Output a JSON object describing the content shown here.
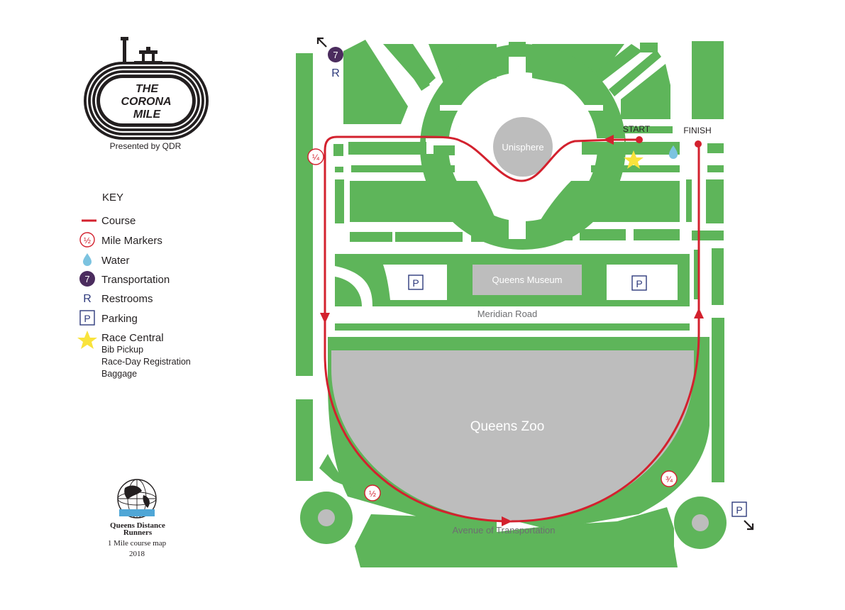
{
  "logo": {
    "line1": "THE",
    "line2": "CORONA",
    "line3": "MILE",
    "presented_by": "Presented by QDR"
  },
  "key": {
    "title": "KEY",
    "items": [
      {
        "icon": "course-line",
        "label": "Course"
      },
      {
        "icon": "mile-marker",
        "symbol": "½",
        "label": "Mile Markers"
      },
      {
        "icon": "water-drop",
        "label": "Water"
      },
      {
        "icon": "transportation-badge",
        "symbol": "7",
        "label": "Transportation"
      },
      {
        "icon": "restroom-letter",
        "symbol": "R",
        "label": "Restrooms"
      },
      {
        "icon": "parking-box",
        "symbol": "P",
        "label": "Parking"
      },
      {
        "icon": "star",
        "label": "Race Central",
        "details": [
          "Bib Pickup",
          "Race-Day Registration",
          "Baggage"
        ]
      }
    ]
  },
  "qdr": {
    "name_line1": "Queens Distance",
    "name_line2": "Runners",
    "caption": "1 Mile course map",
    "year": "2018"
  },
  "map": {
    "labels": {
      "unisphere": "Unisphere",
      "queens_museum": "Queens Museum",
      "meridian_road": "Meridian Road",
      "queens_zoo": "Queens Zoo",
      "avenue": "Avenue of Transportation",
      "start": "START",
      "finish": "FINISH"
    },
    "markers": [
      {
        "name": "quarter",
        "symbol": "¼"
      },
      {
        "name": "half",
        "symbol": "½"
      },
      {
        "name": "three-quarter",
        "symbol": "¾"
      }
    ],
    "transport_symbol": "7",
    "restroom_symbol": "R",
    "parking_symbol": "P"
  },
  "colors": {
    "park_green": "#5eb55a",
    "course_red": "#d3212e",
    "building_gray": "#bdbdbd",
    "water_blue": "#7cc3e0",
    "transport_purple": "#4b2c5e",
    "parking_navy": "#2e3a7c",
    "star_yellow": "#f9e33c"
  }
}
